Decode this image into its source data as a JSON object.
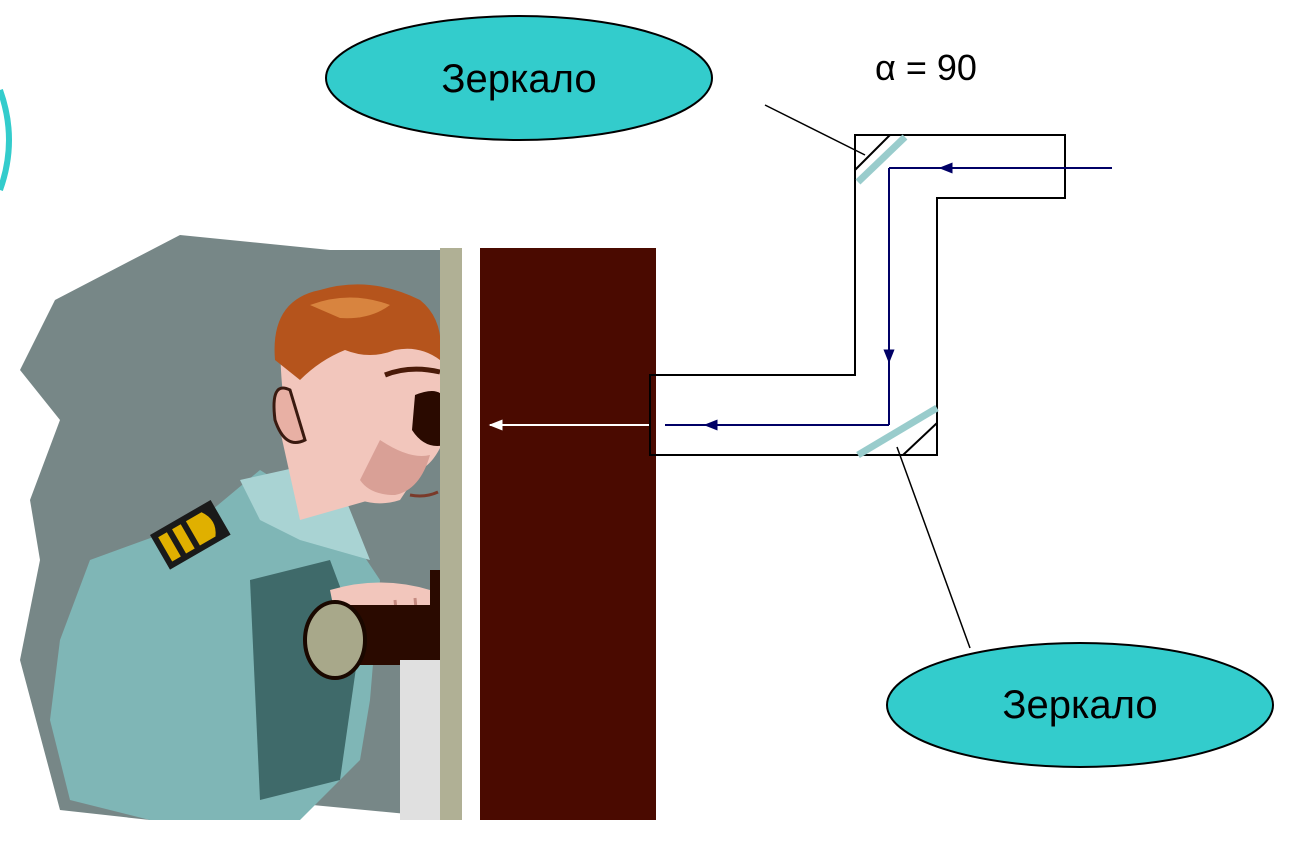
{
  "diagram": {
    "angle_label": "α = 90",
    "callouts": [
      {
        "label": "Зеркало"
      },
      {
        "label": "Зеркало"
      }
    ],
    "colors": {
      "callout_fill": "#33cccc",
      "mirror": "#99cccc",
      "light_ray": "#000066",
      "wall": "#4a0a00",
      "background_shape": "#778787",
      "uniform": "#7fb6b6",
      "hair": "#b5541c",
      "skin": "#f2c6bc",
      "lens": "#a8a88a"
    },
    "icons": [
      "sailor-clipart",
      "periscope-tube",
      "mirror",
      "light-ray-arrow"
    ]
  }
}
